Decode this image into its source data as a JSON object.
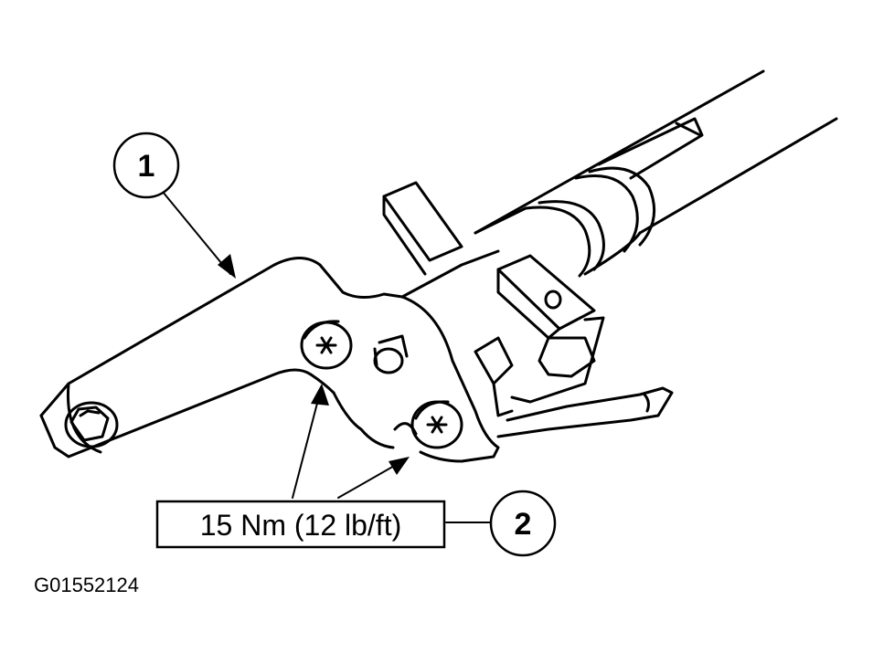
{
  "callouts": [
    {
      "number": "1"
    },
    {
      "number": "2"
    }
  ],
  "torque_label": "15 Nm (12 lb/ft)",
  "figure_id": "G01552124",
  "colors": {
    "ink": "#000000",
    "paper": "#ffffff"
  }
}
